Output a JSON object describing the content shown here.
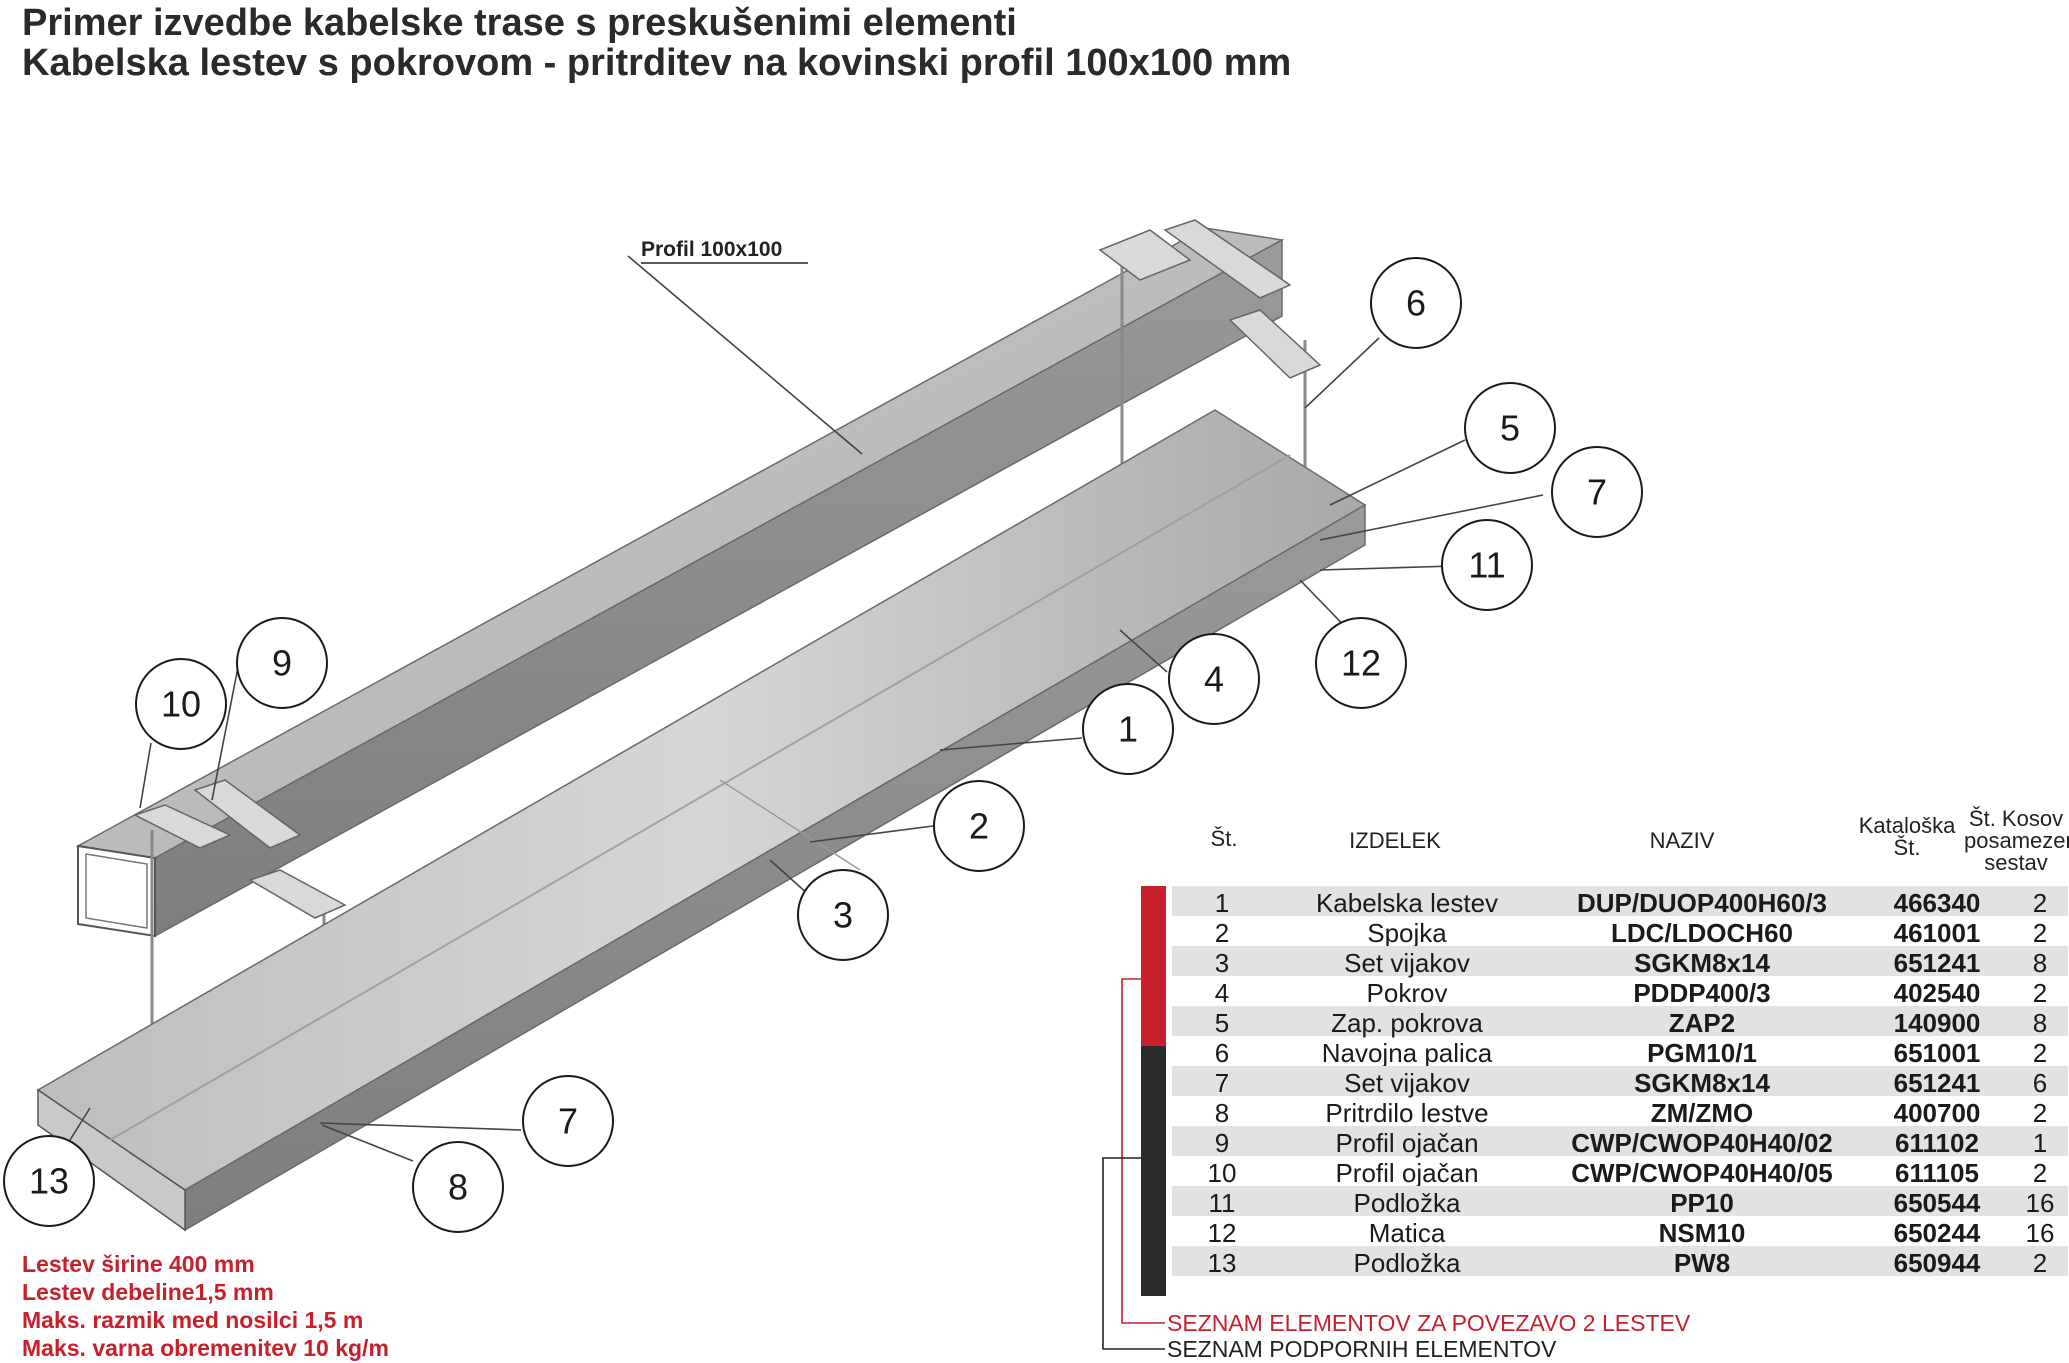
{
  "titles": {
    "line1": "Primer izvedbe kabelske trase s preskušenimi elementi",
    "line2": "Kabelska lestev s pokrovom - pritrditev na kovinski profil 100x100 mm"
  },
  "drawing": {
    "profile_label": "Profil 100x100",
    "callouts": [
      "1",
      "2",
      "3",
      "4",
      "5",
      "6",
      "7",
      "8",
      "9",
      "10",
      "11",
      "12",
      "13",
      "7"
    ]
  },
  "specs": [
    "Lestev širine 400 mm",
    "Lestev debeline1,5 mm",
    "Maks. razmik med nosilci 1,5 m",
    "Maks. varna obremenitev 10 kg/m"
  ],
  "table": {
    "headers": {
      "no": "Št.",
      "izdelek": "IZDELEK",
      "naziv": "NAZIV",
      "kataloska": "Kataloška Št.",
      "kosov": "Št. Kosov posamezen sestav"
    },
    "rows": [
      {
        "no": "1",
        "izdelek": "Kabelska lestev",
        "naziv": "DUP/DUOP400H60/3",
        "kat": "466340",
        "kos": "2"
      },
      {
        "no": "2",
        "izdelek": "Spojka",
        "naziv": "LDC/LDOCH60",
        "kat": "461001",
        "kos": "2"
      },
      {
        "no": "3",
        "izdelek": "Set vijakov",
        "naziv": "SGKM8x14",
        "kat": "651241",
        "kos": "8"
      },
      {
        "no": "4",
        "izdelek": "Pokrov",
        "naziv": "PDDP400/3",
        "kat": "402540",
        "kos": "2"
      },
      {
        "no": "5",
        "izdelek": "Zap. pokrova",
        "naziv": "ZAP2",
        "kat": "140900",
        "kos": "8"
      },
      {
        "no": "6",
        "izdelek": "Navojna palica",
        "naziv": "PGM10/1",
        "kat": "651001",
        "kos": "2"
      },
      {
        "no": "7",
        "izdelek": "Set vijakov",
        "naziv": "SGKM8x14",
        "kat": "651241",
        "kos": "6"
      },
      {
        "no": "8",
        "izdelek": "Pritrdilo lestve",
        "naziv": "ZM/ZMO",
        "kat": "400700",
        "kos": "2"
      },
      {
        "no": "9",
        "izdelek": "Profil ojačan",
        "naziv": "CWP/CWOP40H40/02",
        "kat": "611102",
        "kos": "1"
      },
      {
        "no": "10",
        "izdelek": "Profil ojačan",
        "naziv": "CWP/CWOP40H40/05",
        "kat": "611105",
        "kos": "2"
      },
      {
        "no": "11",
        "izdelek": "Podložka",
        "naziv": "PP10",
        "kat": "650544",
        "kos": "16"
      },
      {
        "no": "12",
        "izdelek": "Matica",
        "naziv": "NSM10",
        "kat": "650244",
        "kos": "16"
      },
      {
        "no": "13",
        "izdelek": "Podložka",
        "naziv": "PW8",
        "kat": "650944",
        "kos": "2"
      }
    ]
  },
  "legend": {
    "connect": "SEZNAM ELEMENTOV ZA POVEZAVO 2 LESTEV",
    "support": "SEZNAM PODPORNIH ELEMENTOV"
  },
  "colors": {
    "accent_red": "#c8202a",
    "dark_bar": "#2b2b2b",
    "row_shade": "#e2e2e2",
    "metal": "#b5b5b5"
  }
}
